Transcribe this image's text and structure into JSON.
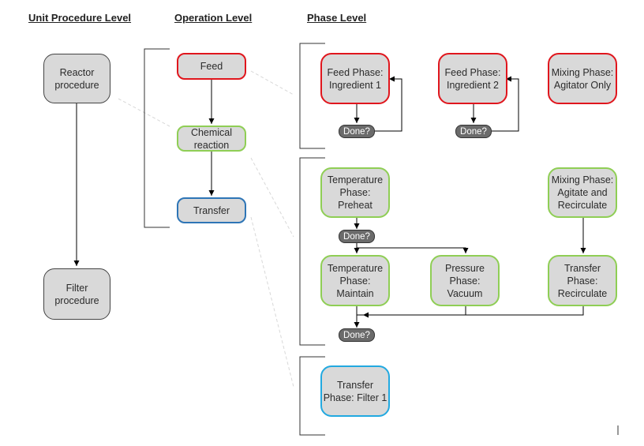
{
  "headers": {
    "unit_procedure": "Unit Procedure Level",
    "operation": "Operation Level",
    "phase": "Phase Level"
  },
  "unit_procedures": {
    "reactor": "Reactor procedure",
    "filter": "Filter procedure"
  },
  "operations": {
    "feed": "Feed",
    "chemical_reaction": "Chemical reaction",
    "transfer": "Transfer"
  },
  "phases": {
    "feed_ingredient_1": "Feed Phase: Ingredient 1",
    "feed_ingredient_2": "Feed Phase: Ingredient 2",
    "mixing_agitator_only": "Mixing Phase: Agitator Only",
    "temperature_preheat": "Temperature Phase: Preheat",
    "mixing_agitate_recirculate": "Mixing Phase: Agitate and Recirculate",
    "temperature_maintain": "Temperature Phase: Maintain",
    "pressure_vacuum": "Pressure Phase: Vacuum",
    "transfer_recirculate": "Transfer Phase: Recirculate",
    "transfer_filter_1": "Transfer Phase: Filter 1"
  },
  "done_label": "Done?",
  "colors": {
    "feed_border": "#e0161d",
    "reaction_border": "#8fce55",
    "transfer_border": "#2e75b6",
    "filter_transfer_border": "#22a9e0",
    "box_fill": "#d9d9d9",
    "done_fill": "#6b6b6b"
  }
}
